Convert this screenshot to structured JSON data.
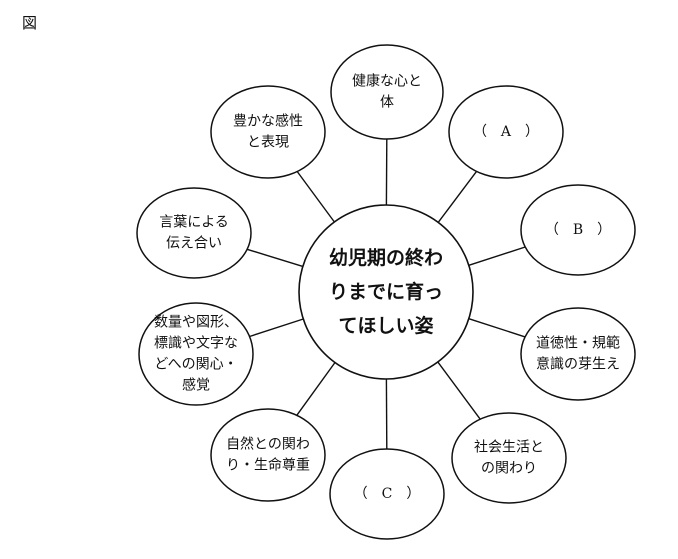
{
  "figure_label": "図",
  "center": {
    "lines": [
      "幼児期の終わ",
      "りまでに育っ",
      "てほしい姿"
    ]
  },
  "nodes": [
    {
      "id": "health",
      "lines": [
        "健康な心と",
        "体"
      ]
    },
    {
      "id": "blank-a",
      "lines": [
        "（　A　）"
      ]
    },
    {
      "id": "blank-b",
      "lines": [
        "（　B　）"
      ]
    },
    {
      "id": "morality",
      "lines": [
        "道徳性・規範",
        "意識の芽生え"
      ]
    },
    {
      "id": "social-life",
      "lines": [
        "社会生活と",
        "の関わり"
      ]
    },
    {
      "id": "blank-c",
      "lines": [
        "（　C　）"
      ]
    },
    {
      "id": "nature",
      "lines": [
        "自然との関わ",
        "り・生命尊重"
      ]
    },
    {
      "id": "numbers",
      "lines": [
        "数量や図形、",
        "標識や文字な",
        "どへの関心・",
        "感覚"
      ]
    },
    {
      "id": "language",
      "lines": [
        "言葉による",
        "伝え合い"
      ]
    },
    {
      "id": "expression",
      "lines": [
        "豊かな感性",
        "と表現"
      ]
    }
  ],
  "colors": {
    "stroke": "#111111",
    "fill": "#ffffff",
    "text": "#111111"
  }
}
